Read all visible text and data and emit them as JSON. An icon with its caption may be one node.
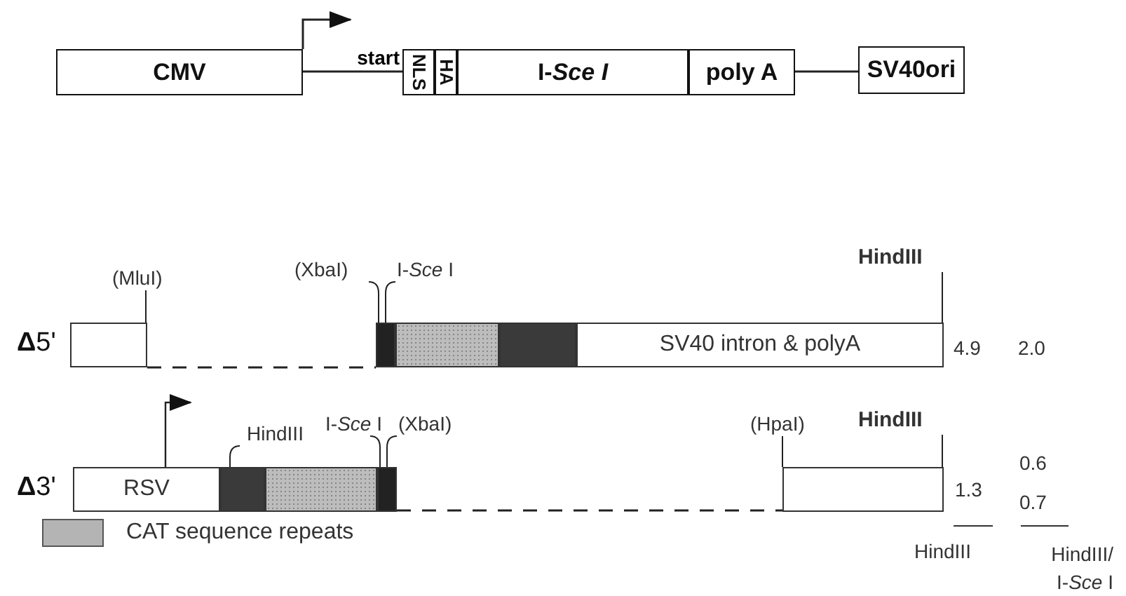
{
  "diagram": {
    "nodes": [
      {
        "text": [
          "CMV"
        ]
      },
      {
        "text": [
          "NLS"
        ]
      },
      {
        "text": [
          "HA"
        ]
      },
      {
        "text": [
          "I-*Sce I*"
        ]
      },
      {
        "text": [
          "poly A"
        ]
      },
      {
        "text": [
          "SV40ori"
        ]
      },
      {
        "text": [],
        "shape": "box"
      },
      {
        "text": [],
        "shape": "box"
      },
      {
        "text": [],
        "shape": "box"
      },
      {
        "text": [],
        "shape": "box"
      },
      {
        "text": [
          "SV40 intron & polyA"
        ]
      },
      {
        "text": [
          "RSV"
        ]
      },
      {
        "text": [],
        "shape": "box"
      },
      {
        "text": [],
        "shape": "box"
      },
      {
        "text": [],
        "shape": "box"
      },
      {
        "text": [],
        "shape": "box"
      },
      {
        "text": [
          "(MluI)"
        ]
      },
      {
        "text": [
          "(XbaI)"
        ]
      },
      {
        "text": [
          "I-*Sce* I"
        ]
      },
      {
        "text": [
          "HindIII"
        ]
      },
      {
        "text": [
          "HindIII"
        ]
      },
      {
        "text": [
          "I-*Sce* I"
        ]
      },
      {
        "text": [
          "(XbaI)"
        ]
      },
      {
        "text": [
          "(HpaI)"
        ]
      },
      {
        "text": [
          "HindIII"
        ]
      }
    ],
    "edges": [
      {
        "from": 0,
        "to": 1,
        "arrow": "none",
        "label": "start"
      },
      {
        "from": 4,
        "to": 5,
        "arrow": "none"
      },
      {
        "from": 6,
        "to": 7,
        "arrow": "none",
        "style": "dashed"
      },
      {
        "from": 14,
        "to": 15,
        "arrow": "none",
        "style": "dashed"
      },
      {
        "from": 16,
        "to": 6,
        "arrow": "none"
      },
      {
        "from": 17,
        "to": 7,
        "arrow": "none"
      },
      {
        "from": 18,
        "to": 7,
        "arrow": "none"
      },
      {
        "from": 19,
        "to": 10,
        "arrow": "none"
      },
      {
        "from": 20,
        "to": 12,
        "arrow": "none"
      },
      {
        "from": 21,
        "to": 14,
        "arrow": "none"
      },
      {
        "from": 22,
        "to": 14,
        "arrow": "none"
      },
      {
        "from": 23,
        "to": 15,
        "arrow": "none"
      },
      {
        "from": 24,
        "to": 15,
        "arrow": "none"
      },
      {
        "from": 0,
        "to": null,
        "arrow": "to"
      },
      {
        "from": 11,
        "to": null,
        "arrow": "to"
      }
    ],
    "labels": [
      "**Δ**5'",
      "4.9",
      "2.0",
      "**Δ**3'",
      "1.3",
      "0.6",
      "0.7",
      "HindIII",
      "HindIII/ I-*Sce* I"
    ],
    "legend": [
      {
        "text": "CAT sequence repeats",
        "color": "#b4b4b4"
      }
    ]
  }
}
